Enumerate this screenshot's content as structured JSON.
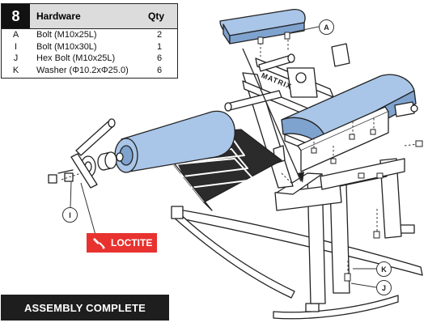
{
  "hardware_table": {
    "step": "8",
    "title": "Hardware",
    "qty_header": "Qty",
    "rows": [
      {
        "letter": "A",
        "desc": "Bolt (M10x25L)",
        "qty": "2"
      },
      {
        "letter": "I",
        "desc": "Bolt (M10x30L)",
        "qty": "1"
      },
      {
        "letter": "J",
        "desc": "Hex Bolt (M10x25L)",
        "qty": "6"
      },
      {
        "letter": "K",
        "desc": "Washer (Φ10.2xΦ25.0)",
        "qty": "6"
      }
    ]
  },
  "callouts": {
    "a": "A",
    "i": "I",
    "j": "J",
    "k": "K"
  },
  "frame_brand": "MATRIX",
  "loctite_label": "LOCTITE",
  "status": "ASSEMBLY COMPLETE",
  "colors": {
    "pad": "#a9c6e8",
    "pad_dark": "#7fa3cf",
    "frame": "#ffffff",
    "loctite": "#e8322f",
    "banner": "#1e1e1e"
  }
}
